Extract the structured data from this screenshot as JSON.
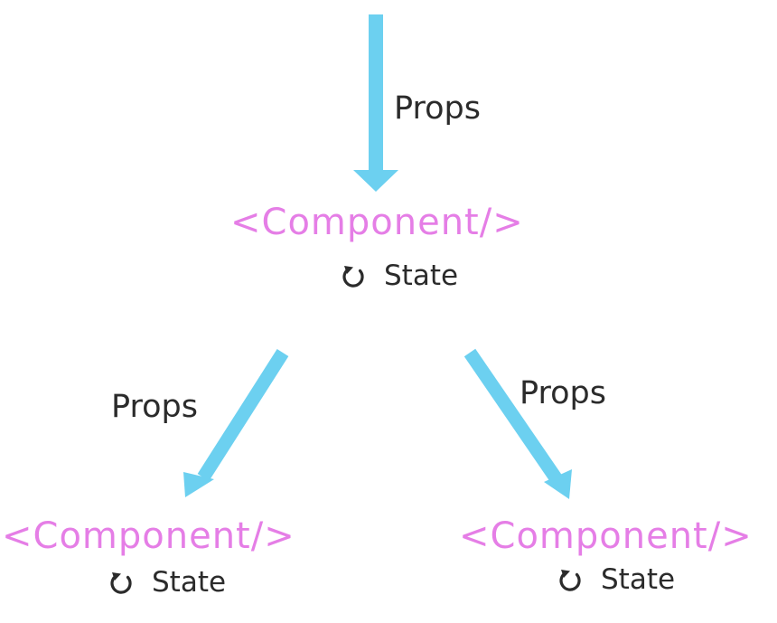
{
  "colors": {
    "arrow": "#6cd0f0",
    "component_text": "#e57ee6",
    "text": "#2b2b2b"
  },
  "top": {
    "props_label": "Props",
    "component_label": "<Component/>",
    "state_label": "State"
  },
  "left": {
    "props_label": "Props",
    "component_label": "<Component/>",
    "state_label": "State"
  },
  "right": {
    "props_label": "Props",
    "component_label": "<Component/>",
    "state_label": "State"
  }
}
